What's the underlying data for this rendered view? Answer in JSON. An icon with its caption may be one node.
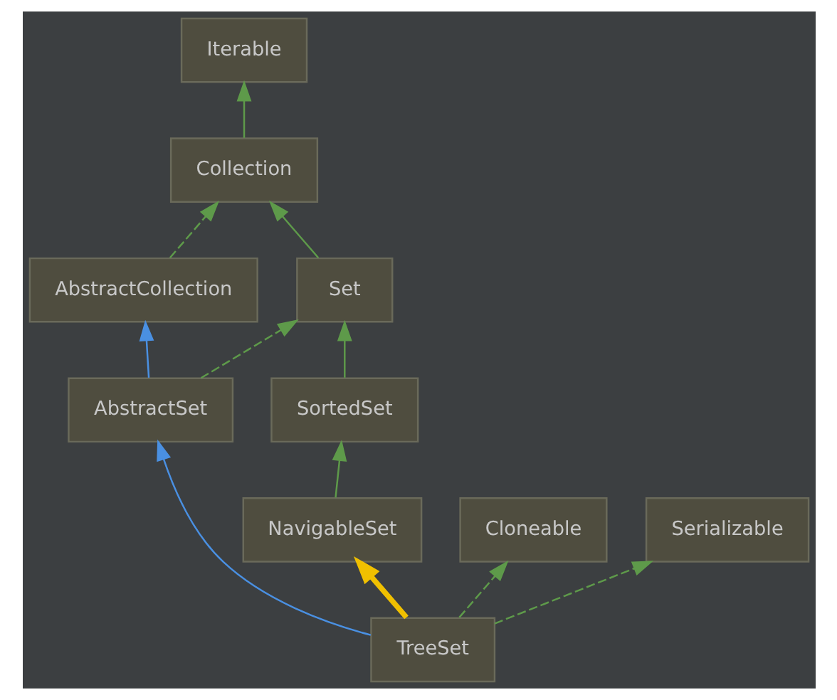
{
  "diagram": {
    "nodes": [
      {
        "text": [
          "Iterable"
        ]
      },
      {
        "text": [
          "Collection"
        ]
      },
      {
        "text": [
          "Set"
        ]
      },
      {
        "text": [
          "AbstractCollection"
        ]
      },
      {
        "text": [
          "SortedSet"
        ]
      },
      {
        "text": [
          "AbstractSet"
        ]
      },
      {
        "text": [
          "NavigableSet"
        ]
      },
      {
        "text": [
          "Cloneable"
        ]
      },
      {
        "text": [
          "Serializable"
        ]
      },
      {
        "text": [
          "TreeSet"
        ]
      }
    ],
    "edges": [
      {
        "from": 1,
        "to": 0,
        "arrow": "to"
      },
      {
        "from": 2,
        "to": 1,
        "arrow": "to"
      },
      {
        "from": 3,
        "to": 1,
        "arrow": "to",
        "style": "dashed"
      },
      {
        "from": 4,
        "to": 2,
        "arrow": "to"
      },
      {
        "from": 5,
        "to": 2,
        "arrow": "to",
        "style": "dashed"
      },
      {
        "from": 5,
        "to": 3,
        "arrow": "to",
        "color": "#4a90e2"
      },
      {
        "from": 6,
        "to": 4,
        "arrow": "to"
      },
      {
        "from": 9,
        "to": 6,
        "arrow": "to",
        "style": "thick",
        "color": "#f0c000"
      },
      {
        "from": 9,
        "to": 5,
        "arrow": "to",
        "color": "#4a90e2"
      },
      {
        "from": 9,
        "to": 7,
        "arrow": "to",
        "style": "dashed"
      },
      {
        "from": 9,
        "to": 8,
        "arrow": "to",
        "style": "dashed"
      }
    ]
  }
}
